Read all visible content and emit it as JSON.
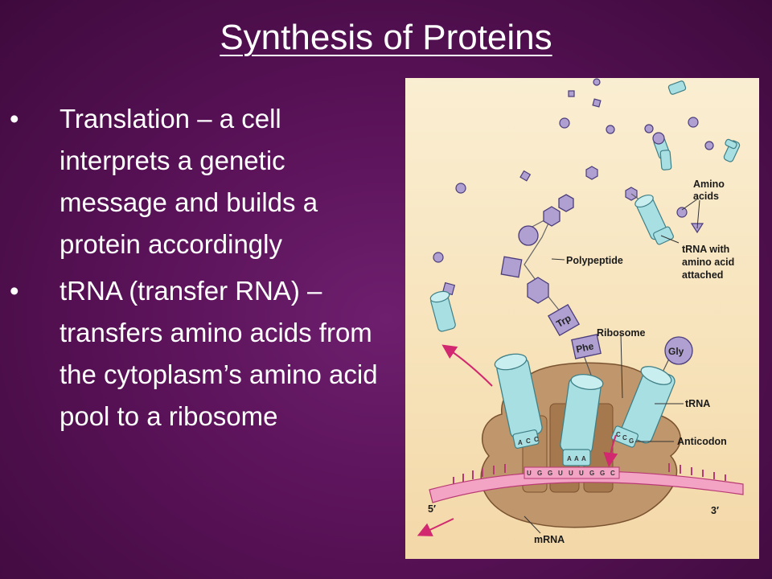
{
  "slide": {
    "title": "Synthesis of Proteins",
    "bullets": [
      {
        "mark": "•",
        "text": "Translation – a cell interprets a genetic message and builds a protein accordingly"
      },
      {
        "mark": "•",
        "text": "tRNA (transfer RNA) – transfers amino acids from the cytoplasm’s amino acid pool to a ribosome"
      }
    ]
  },
  "diagram": {
    "labels": {
      "amino_acids_1": "Amino",
      "amino_acids_2": "acids",
      "trna_attached_1": "tRNA with",
      "trna_attached_2": "amino acid",
      "trna_attached_3": "attached",
      "polypeptide": "Polypeptide",
      "ribosome": "Ribosome",
      "trna": "tRNA",
      "anticodon": "Anticodon",
      "mrna": "mRNA",
      "five_prime": "5′",
      "three_prime": "3′"
    },
    "amino_tags": {
      "trp": "Trp",
      "phe": "Phe",
      "gly": "Gly"
    },
    "anticodons": {
      "left": [
        "A",
        "C",
        "C"
      ],
      "middle": [
        "A",
        "A",
        "A"
      ],
      "right": [
        "C",
        "C",
        "G"
      ]
    },
    "codons": [
      "U",
      "G",
      "G",
      "U",
      "U",
      "U",
      "G",
      "G",
      "C"
    ],
    "colors": {
      "background": "#f7e3bb",
      "amino_acid": "#b0a0d2",
      "trna": "#a8dfe3",
      "ribosome": "#c0976c",
      "mrna": "#f3a3c4",
      "arrow": "#d1286f"
    }
  }
}
